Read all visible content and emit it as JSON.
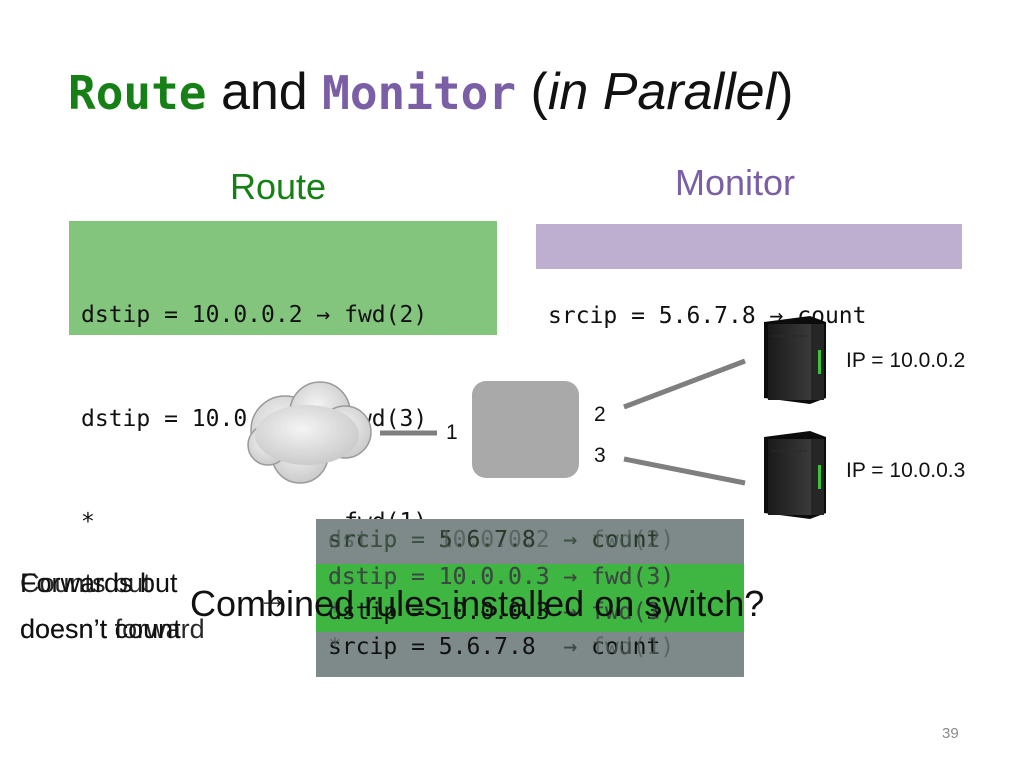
{
  "title": {
    "word_route": "Route",
    "word_and": "and",
    "word_monitor": "Monitor",
    "open_paren": "(",
    "word_parallel": "in Parallel",
    "close_paren": ")"
  },
  "headings": {
    "route": "Route",
    "monitor": "Monitor"
  },
  "route_rules": [
    "dstip = 10.0.0.2 → fwd(2)",
    "dstip = 10.0.0.3 → fwd(3)",
    "*                → fwd(1)"
  ],
  "monitor_rules": [
    "srcip = 5.6.7.8 → count"
  ],
  "topology": {
    "port_1": "1",
    "port_2": "2",
    "port_3": "3",
    "server_top_ip": "IP = 10.0.0.2",
    "server_bottom_ip": "IP = 10.0.0.3"
  },
  "combined": {
    "line_a1": "srcip = 5.6.7.8  → count",
    "line_b1": "dstip = 10.0.0.2 → fwd(2)",
    "line_c1": "srcip = 5.6.7.8  → count",
    "line_a2": "dstip = 10.0.0.3 → fwd(3)",
    "line_b2": "dstip = 10.0.0.3 → fwd(3)",
    "line_a3": "dstip = 10.0.0.3 → fwd(3)",
    "line_b3": "*                → fwd(1)",
    "line_a4": "srcip = 5.6.7.8  → count",
    "line_b4": "*                → fwd(1)"
  },
  "overlay": {
    "question": "Combined rules installed on switch?",
    "left_a1": "Forwards but",
    "left_a2": "doesn’t count",
    "left_b1": "Counts but",
    "left_b2": "doesn’t forward",
    "arrow": "→"
  },
  "page_number": "39",
  "colors": {
    "route_green": "#168016",
    "monitor_purple": "#7a5fa6",
    "route_box": "#83c57d",
    "monitor_box": "#beaecf",
    "combined_box": "#7e8a8a",
    "combined_band": "#3fb641"
  }
}
